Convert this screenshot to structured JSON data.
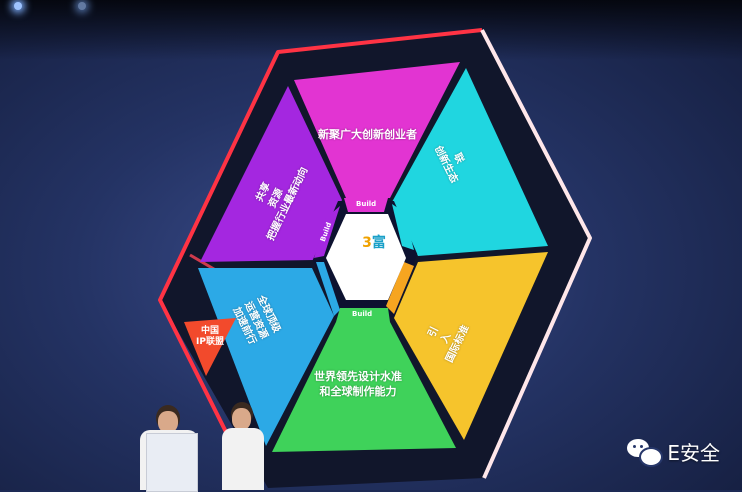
{
  "scene": {
    "segments": [
      {
        "id": "top",
        "text": [
          "新聚广大创新创业者"
        ],
        "color": "#e234d2"
      },
      {
        "id": "upper-right",
        "text": [
          "联",
          "创新生态"
        ],
        "color": "#20d6e0"
      },
      {
        "id": "lower-right",
        "text": [
          "引",
          "入",
          "国际标准"
        ],
        "color": "#f6c42c"
      },
      {
        "id": "bottom",
        "text": [
          "世界领先设计水准",
          "和全球制作能力"
        ],
        "color": "#3fd25a"
      },
      {
        "id": "lower-left",
        "text": [
          "全球顶级",
          "运营资源",
          "加速前行"
        ],
        "color": "#2ca9e6"
      },
      {
        "id": "upper-left",
        "text": [
          "共享",
          "资源",
          "把握行业最新动向"
        ],
        "color": "#a427e0"
      }
    ],
    "inner_labels": [
      "Build",
      "Build",
      "Build"
    ],
    "center_logo": {
      "main": "3",
      "accent": "富"
    },
    "side_badge": {
      "lines": [
        "中国",
        "IP联盟"
      ],
      "color": "#f24a2c"
    },
    "watermark": {
      "text": "E安全"
    }
  }
}
